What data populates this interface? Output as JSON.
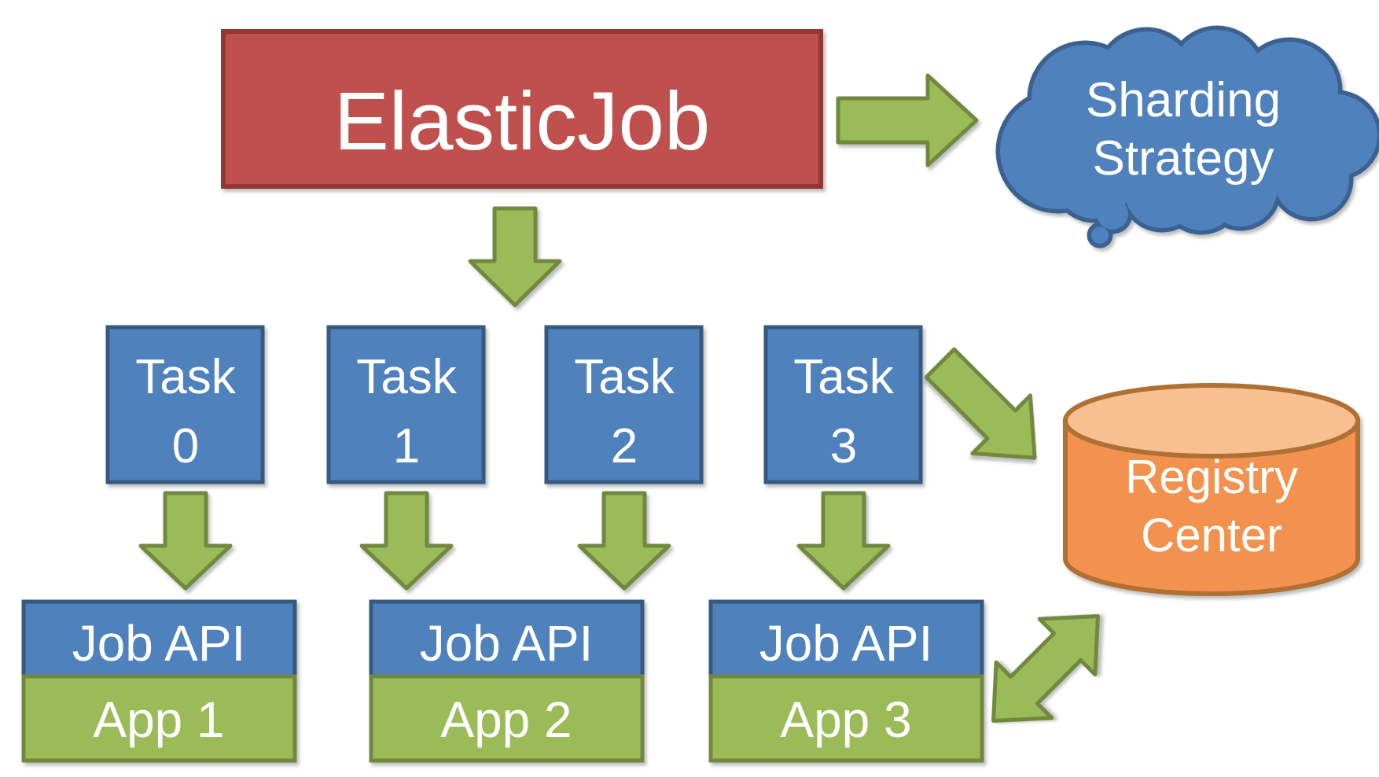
{
  "nodes": {
    "elasticjob": {
      "label": "ElasticJob"
    },
    "sharding_cloud": {
      "line1": "Sharding",
      "line2": "Strategy"
    },
    "tasks": [
      {
        "line1": "Task",
        "line2": "0"
      },
      {
        "line1": "Task",
        "line2": "1"
      },
      {
        "line1": "Task",
        "line2": "2"
      },
      {
        "line1": "Task",
        "line2": "3"
      }
    ],
    "stacks": [
      {
        "api": "Job API",
        "app": "App 1"
      },
      {
        "api": "Job API",
        "app": "App 2"
      },
      {
        "api": "Job API",
        "app": "App 3"
      }
    ],
    "registry": {
      "line1": "Registry",
      "line2": "Center"
    }
  },
  "icons": {
    "connectors": [
      "arrow-right-icon",
      "arrow-down-icon",
      "arrow-diagonal-down-right-icon",
      "double-headed-arrow-icon"
    ]
  },
  "colors": {
    "background": "#FFFFFF",
    "text": "#FFFFFF",
    "red_fill": "#C0504D",
    "red_border": "#943634",
    "blue_fill": "#4F81BD",
    "blue_border": "#36597F",
    "green_fill": "#9BBB59",
    "green_border": "#71893F",
    "cloud_fill": "#4F81BD",
    "cloud_border": "#3A618F",
    "cylinder_fill": "#F2924E",
    "cylinder_top_fill": "#F8C091",
    "cylinder_border": "#B06F33"
  }
}
